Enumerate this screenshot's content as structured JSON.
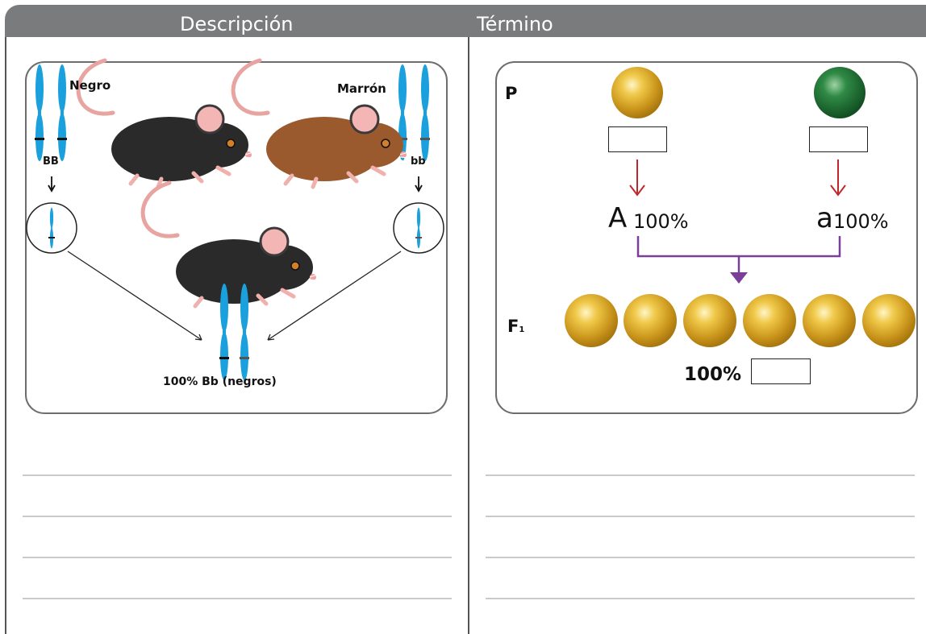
{
  "header": {
    "col_description": "Descripción",
    "col_term": "Término"
  },
  "left_panel": {
    "label_black": "Negro",
    "label_brown": "Marrón",
    "genotype_black": "BB",
    "genotype_brown": "bb",
    "offspring_caption": "100% Bb (negros)"
  },
  "right_panel": {
    "label_p": "P",
    "label_f1": "F",
    "label_f1_sub": "1",
    "allele_dominant": "A",
    "allele_dominant_pct": "100%",
    "allele_recessive": "a",
    "allele_recessive_pct": "100%",
    "f1_pct": "100%",
    "f1_sphere_count": 6
  },
  "colors": {
    "header": "#7a7b7d",
    "chromosome": "#1aa0dc",
    "arrow_red": "#c0272d",
    "arrow_purple": "#7a3f98",
    "sphere_yellow": "#d9a825",
    "sphere_green": "#2c7a3a",
    "mouse_black": "#2a2a2a",
    "mouse_brown": "#9a5a2e"
  }
}
